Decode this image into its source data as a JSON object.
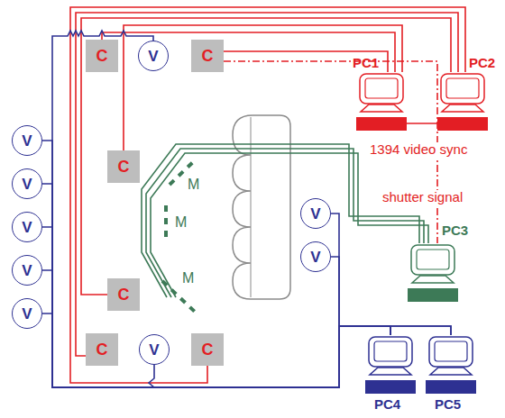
{
  "diagram": {
    "nodes": [
      {
        "text": [
          "C"
        ]
      },
      {
        "text": [
          "V"
        ]
      },
      {
        "text": [
          "C"
        ]
      },
      {
        "text": [
          "PC1"
        ]
      },
      {
        "text": [
          "PC2"
        ]
      },
      {
        "text": [
          "V"
        ]
      },
      {
        "text": [
          "C"
        ]
      },
      {
        "text": [
          "V"
        ]
      },
      {
        "text": [
          "V"
        ]
      },
      {
        "text": [
          "PC3"
        ]
      },
      {
        "text": [
          "V"
        ]
      },
      {
        "text": [
          "V"
        ]
      },
      {
        "text": [
          "V"
        ]
      },
      {
        "text": [
          "C"
        ]
      },
      {
        "text": [
          "V"
        ]
      },
      {
        "text": [
          "PC4"
        ]
      },
      {
        "text": [
          "PC5"
        ]
      },
      {
        "text": [
          "C"
        ]
      },
      {
        "text": [
          "V"
        ]
      },
      {
        "text": [
          "C"
        ]
      }
    ],
    "edges": [
      {
        "from": 3,
        "to": 4,
        "label": "1394 video sync",
        "arrow": "none"
      },
      {
        "from": 2,
        "to": 9,
        "label": "shutter signal",
        "arrow": "none"
      },
      {
        "from": 0,
        "to": 3,
        "arrow": "none"
      },
      {
        "from": 2,
        "to": 3,
        "arrow": "none"
      },
      {
        "from": 6,
        "to": 3,
        "arrow": "none"
      },
      {
        "from": 13,
        "to": 4,
        "arrow": "none"
      },
      {
        "from": 17,
        "to": 4,
        "arrow": "none"
      },
      {
        "from": 19,
        "to": 4,
        "arrow": "none"
      },
      {
        "from": 1,
        "to": 15,
        "arrow": "none"
      },
      {
        "from": 5,
        "to": 15,
        "arrow": "none"
      },
      {
        "from": 7,
        "to": 15,
        "arrow": "none"
      },
      {
        "from": 10,
        "to": 15,
        "arrow": "none"
      },
      {
        "from": 12,
        "to": 15,
        "arrow": "none"
      },
      {
        "from": 14,
        "to": 15,
        "arrow": "none"
      },
      {
        "from": 18,
        "to": 15,
        "arrow": "none"
      },
      {
        "from": 8,
        "to": 16,
        "arrow": "none"
      },
      {
        "from": 11,
        "to": 16,
        "arrow": "none"
      }
    ],
    "labels": [
      "M",
      "M",
      "M"
    ]
  }
}
